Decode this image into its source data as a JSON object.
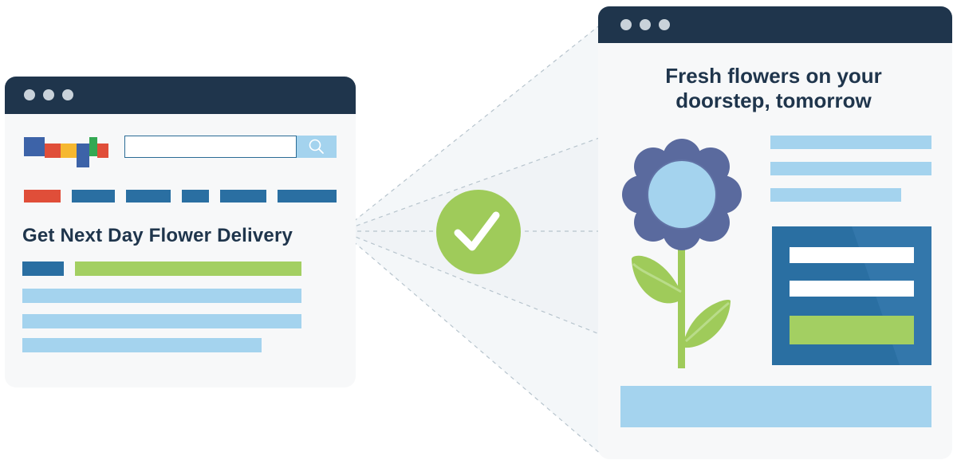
{
  "search_window": {
    "result_title": "Get Next Day Flower Delivery"
  },
  "landing_window": {
    "headline_line1": "Fresh flowers on your",
    "headline_line2": "doorstep, tomorrow"
  },
  "colors": {
    "navy": "#1f354c",
    "blue": "#2a6fa2",
    "light_blue": "#a4d3ee",
    "green": "#a3cf62",
    "red": "#e04e39",
    "yellow": "#f6b830",
    "check_green": "#9fcb5a",
    "flower_petal": "#5a6a9e"
  },
  "icons": {
    "search_button_icon": "search-icon",
    "connector_icon": "checkmark-icon"
  }
}
